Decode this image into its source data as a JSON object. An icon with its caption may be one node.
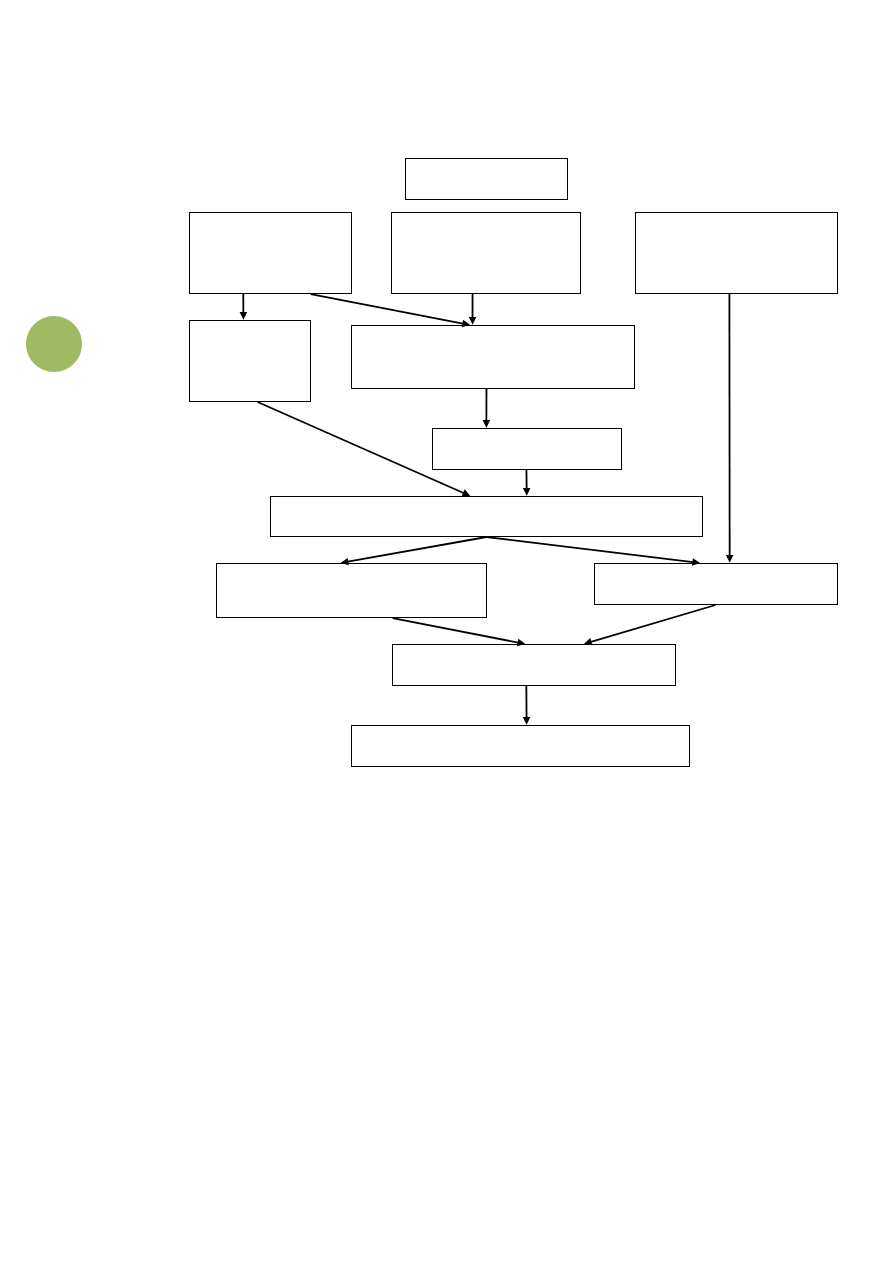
{
  "diagram": {
    "nodes": [
      {
        "text": [],
        "shape": "box"
      },
      {
        "text": [],
        "shape": "box"
      },
      {
        "text": [],
        "shape": "box"
      },
      {
        "text": [],
        "shape": "box"
      },
      {
        "text": [],
        "shape": "box"
      },
      {
        "text": [],
        "shape": "box"
      },
      {
        "text": [],
        "shape": "box"
      },
      {
        "text": [],
        "shape": "box"
      },
      {
        "text": [],
        "shape": "box"
      },
      {
        "text": [],
        "shape": "box"
      },
      {
        "text": [],
        "shape": "box"
      },
      {
        "text": [],
        "shape": "box"
      }
    ],
    "edges": [
      {
        "from": 1,
        "to": 4,
        "arrow": "to"
      },
      {
        "from": 1,
        "to": 5,
        "arrow": "to"
      },
      {
        "from": 2,
        "to": 5,
        "arrow": "to"
      },
      {
        "from": 5,
        "to": 6,
        "arrow": "to"
      },
      {
        "from": 4,
        "to": 7,
        "arrow": "to"
      },
      {
        "from": 6,
        "to": 7,
        "arrow": "to"
      },
      {
        "from": 7,
        "to": 8,
        "arrow": "to"
      },
      {
        "from": 7,
        "to": 9,
        "arrow": "to"
      },
      {
        "from": 3,
        "to": 9,
        "arrow": "to"
      },
      {
        "from": 8,
        "to": 10,
        "arrow": "to"
      },
      {
        "from": 9,
        "to": 10,
        "arrow": "to"
      },
      {
        "from": 10,
        "to": 11,
        "arrow": "to"
      }
    ]
  }
}
